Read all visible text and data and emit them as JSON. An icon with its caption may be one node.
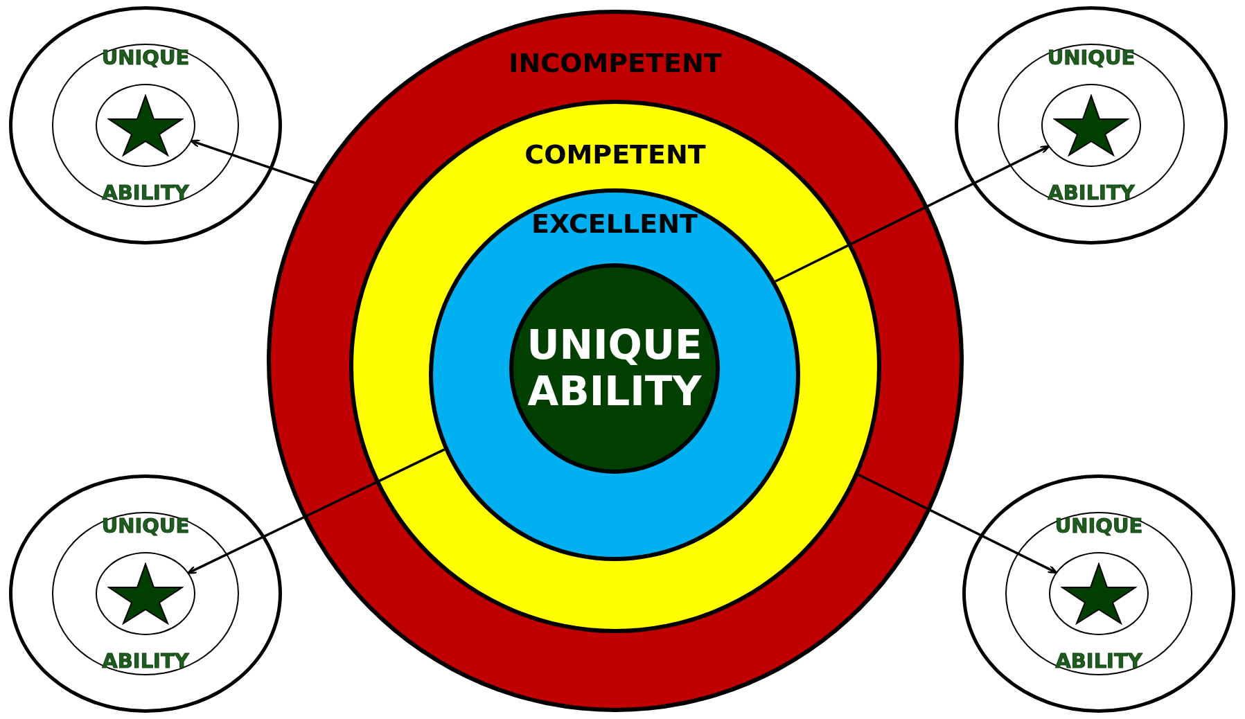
{
  "diagram": {
    "nodes": [
      {
        "text": [
          "INCOMPETENT"
        ]
      },
      {
        "text": [
          "COMPETENT"
        ],
        "in": 0
      },
      {
        "text": [
          "EXCELLENT"
        ],
        "in": 1
      },
      {
        "text": [
          "UNIQUE ABILITY"
        ],
        "in": 2
      },
      {
        "text": [],
        "shape": "circle"
      },
      {
        "text": [
          "UNIQUE",
          "ABILITY"
        ],
        "in": 4
      },
      {
        "text": [],
        "shape": "circle",
        "in": 5
      },
      {
        "text": [],
        "shape": "circle"
      },
      {
        "text": [
          "UNIQUE",
          "ABILITY"
        ],
        "in": 7
      },
      {
        "text": [],
        "shape": "circle",
        "in": 8
      },
      {
        "text": [],
        "shape": "circle"
      },
      {
        "text": [
          "UNIQUE",
          "ABILITY"
        ],
        "in": 10
      },
      {
        "text": [],
        "shape": "circle",
        "in": 11
      },
      {
        "text": [],
        "shape": "circle"
      },
      {
        "text": [
          "UNIQUE",
          "ABILITY"
        ],
        "in": 13
      },
      {
        "text": [],
        "shape": "circle",
        "in": 14
      }
    ],
    "edges": [
      {
        "from": 0,
        "to": 6,
        "arrow": "to"
      },
      {
        "from": 2,
        "to": 9,
        "arrow": "to"
      },
      {
        "from": 2,
        "to": 12,
        "arrow": "to"
      },
      {
        "from": 1,
        "to": 15,
        "arrow": "to"
      }
    ]
  }
}
